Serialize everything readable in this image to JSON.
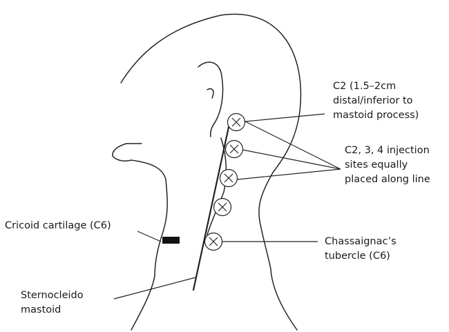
{
  "labels": {
    "c2_site": [
      "C2 (1.5–2cm",
      "distal/inferior to",
      "mastoid process)"
    ],
    "injection_sites": [
      "C2, 3, 4 injection",
      "sites equally",
      "placed along line"
    ],
    "cricoid": "Cricoid cartilage (C6)",
    "chassaignac": [
      "Chassaignac’s",
      "tubercle (C6)"
    ],
    "sternocleidomastoid": [
      "Sternocleido",
      "mastoid"
    ]
  },
  "injection_sites": [
    {
      "marker": "x-circle"
    },
    {
      "marker": "x-circle"
    },
    {
      "marker": "x-circle"
    },
    {
      "marker": "x-circle"
    },
    {
      "marker": "x-circle"
    }
  ],
  "colors": {
    "line": "#222222",
    "cricoid_marker": "#111111"
  }
}
